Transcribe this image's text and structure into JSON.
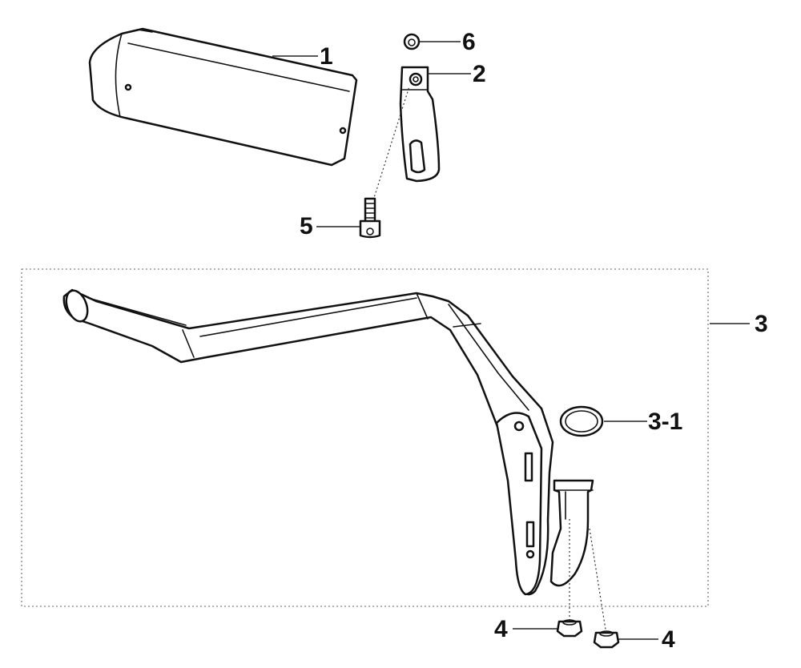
{
  "diagram": {
    "callouts": {
      "muffler": "1",
      "bracket": "2",
      "header_pipe": "3",
      "gasket": "3-1",
      "nut_left": "4",
      "nut_right": "4",
      "bolt": "5",
      "spacer": "6"
    }
  }
}
